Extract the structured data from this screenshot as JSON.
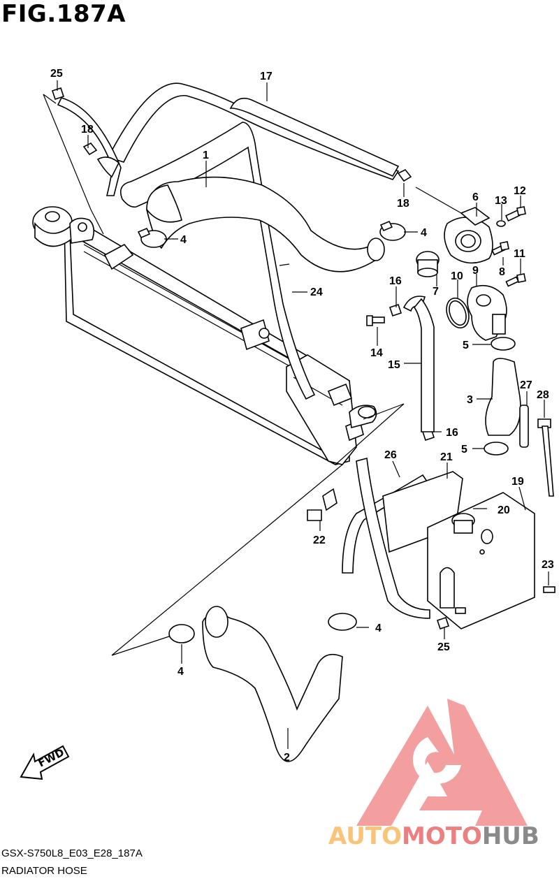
{
  "title": "FIG.187A",
  "diagram_code": "GSX-S750L8_E03_E28_187A",
  "caption": "RADIATOR HOSE",
  "fwd_label": "FWD",
  "watermark": {
    "part1": "AUTO",
    "part2": "MOTO",
    "part3": "HUB"
  },
  "parts": {
    "p25a": "25",
    "p17": "17",
    "p18a": "18",
    "p1": "1",
    "p4a": "4",
    "p4b": "4",
    "p18b": "18",
    "p6": "6",
    "p13": "13",
    "p12": "12",
    "p11": "11",
    "p8": "8",
    "p9": "9",
    "p10": "10",
    "p7": "7",
    "p16a": "16",
    "p14": "14",
    "p24": "24",
    "p15": "15",
    "p5a": "5",
    "p3": "3",
    "p27": "27",
    "p28": "28",
    "p16b": "16",
    "p5b": "5",
    "p26": "26",
    "p21": "21",
    "p19": "19",
    "p20": "20",
    "p22": "22",
    "p23": "23",
    "p4c": "4",
    "p25b": "25",
    "p4d": "4",
    "p2": "2"
  }
}
